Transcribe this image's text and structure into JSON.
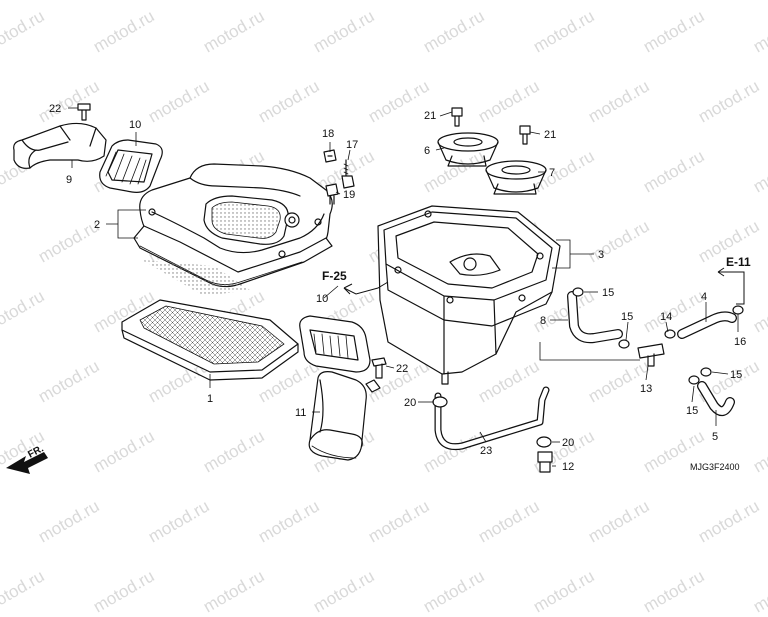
{
  "watermark": "motod.ru",
  "diagram_code": "MJG3F2400",
  "direction_label": "FR.",
  "refs": {
    "f25": "F-25",
    "e11": "E-11"
  },
  "callouts": {
    "c1": "1",
    "c2": "2",
    "c3": "3",
    "c4": "4",
    "c5": "5",
    "c6": "6",
    "c7": "7",
    "c8": "8",
    "c9": "9",
    "c10a": "10",
    "c10b": "10",
    "c11": "11",
    "c12": "12",
    "c13": "13",
    "c14": "14",
    "c15a": "15",
    "c15b": "15",
    "c15c": "15",
    "c15d": "15",
    "c16": "16",
    "c17": "17",
    "c18": "18",
    "c19": "19",
    "c20a": "20",
    "c20b": "20",
    "c21a": "21",
    "c21b": "21",
    "c22a": "22",
    "c22b": "22",
    "c23": "23"
  }
}
